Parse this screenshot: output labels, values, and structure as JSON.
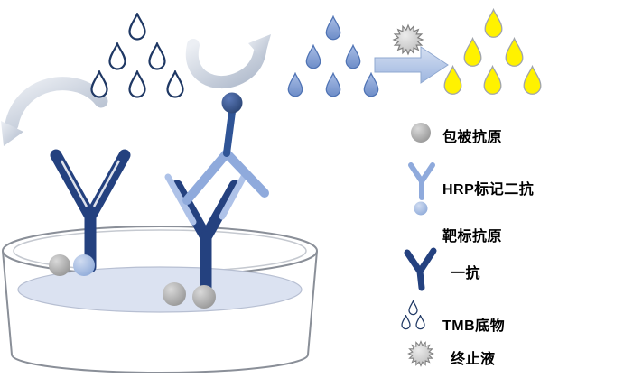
{
  "legend": {
    "items": [
      {
        "icon": "coated-antigen-sphere-icon",
        "label": "包被抗原"
      },
      {
        "icon": "hrp-secondary-antibody-icon",
        "label": "HRP标记二抗"
      },
      {
        "icon": "target-antigen-sphere-icon",
        "label": "靶标抗原"
      },
      {
        "icon": "primary-antibody-icon",
        "label": "一抗"
      },
      {
        "icon": "tmb-substrate-drops-icon",
        "label": "TMB底物"
      },
      {
        "icon": "stop-solution-burst-icon",
        "label": "终止液"
      }
    ]
  },
  "colors": {
    "navy": "#1F3864",
    "royal_blue": "#2F5496",
    "antibody_dark_blue": "#24417F",
    "light_blue": "#8FAADC",
    "pale_blue": "#B4C7E7",
    "liquid_blue": "#DBE2F1",
    "drop_blue_fill": "#7F9BD0",
    "yellow": "#FFF200",
    "gray_sphere": "#9A9A9A",
    "silver_arrow": "#C3CCDA",
    "outline_gray": "#8A8F98"
  },
  "icons": {
    "tmb_drops": "outlined-droplet-cluster",
    "reacted_drops": "blue-filled-droplet-cluster",
    "product_drops": "yellow-filled-droplet-cluster",
    "stop_burst": "gray-starburst",
    "arrows": "curved-and-block-arrows",
    "well": "microplate-well-dish"
  }
}
